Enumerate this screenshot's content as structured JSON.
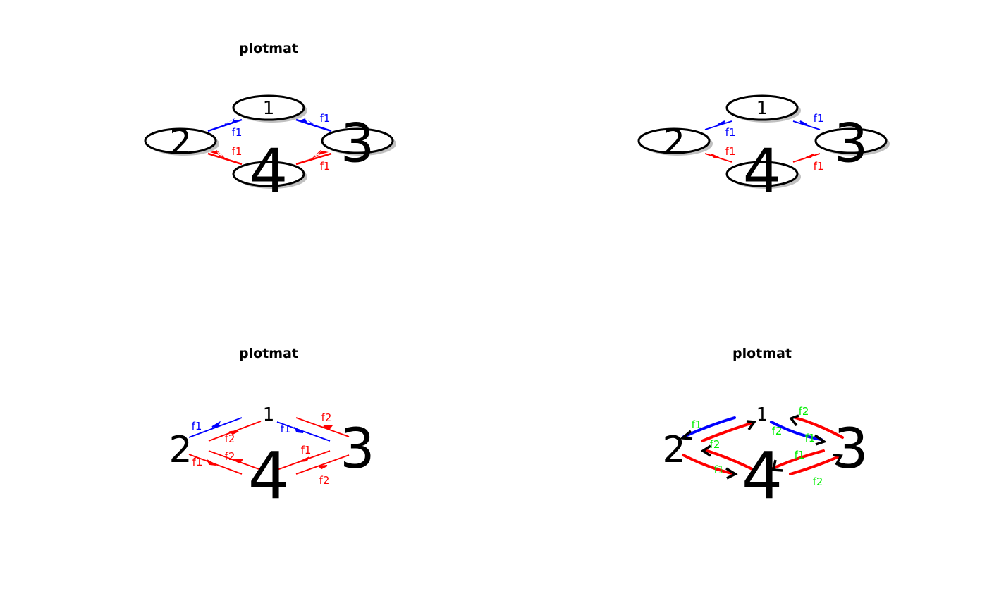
{
  "colors": {
    "blue": "#0000ff",
    "red": "#ff0000",
    "green": "#00ee00",
    "shadow": "#c0c0c0"
  },
  "panels": [
    {
      "title": "plotmat",
      "nodes": [
        "1",
        "2",
        "3",
        "4"
      ],
      "edges": [
        "f1",
        "f1",
        "f1",
        "f1"
      ]
    },
    {
      "title": "",
      "nodes": [
        "1",
        "2",
        "3",
        "4"
      ],
      "edges": [
        "f1",
        "f1",
        "f1",
        "f1"
      ]
    },
    {
      "title": "plotmat",
      "nodes": [
        "1",
        "2",
        "3",
        "4"
      ],
      "edges": [
        "f1",
        "f2",
        "f1",
        "f2",
        "f2",
        "f1",
        "f1",
        "f2"
      ]
    },
    {
      "title": "plotmat",
      "nodes": [
        "1",
        "2",
        "3",
        "4"
      ],
      "edges": [
        "f1",
        "f2",
        "f1",
        "f2",
        "f2",
        "f1",
        "f1",
        "f2"
      ]
    }
  ]
}
